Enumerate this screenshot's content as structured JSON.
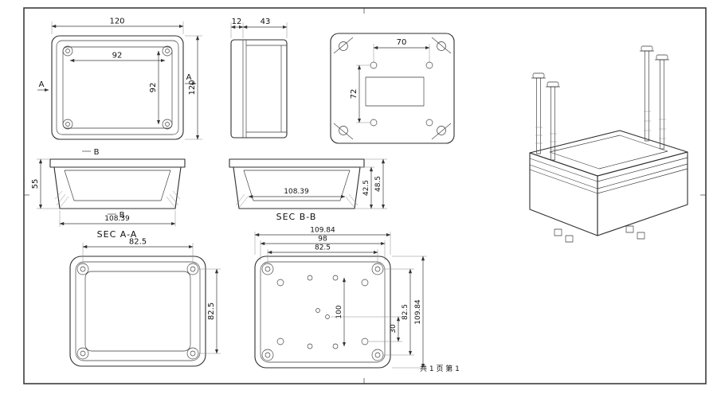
{
  "drawing": {
    "page_note": "共 1 页  第 1",
    "top_view": {
      "dim_outer_width": "120",
      "dim_inner_width": "92",
      "dim_inner_height": "92",
      "dim_outer_height": "120",
      "marker_left": "A",
      "marker_right": "A"
    },
    "side_view": {
      "dim_lid": "12",
      "dim_body": "43"
    },
    "back_view": {
      "dim_width": "70",
      "dim_height": "72"
    },
    "section_aa": {
      "dim_height": "55",
      "dim_width": "108.39",
      "label": "SEC A-A",
      "marker_top": "B",
      "marker_bottom": "B"
    },
    "section_bb": {
      "dim_width": "108.39",
      "dim_depth_inner": "42.5",
      "dim_depth_outer": "48.5",
      "label": "SEC B-B"
    },
    "bottom_view": {
      "dim_width": "82.5",
      "dim_height": "82.5"
    },
    "bottom_detail": {
      "dim_outer_width": "109.84",
      "dim_mid_width": "98",
      "dim_hole_width": "82.5",
      "dim_offset": "30",
      "dim_hole_height": "82.5",
      "dim_outer_height": "109.84",
      "dim_inner_height": "100"
    }
  }
}
